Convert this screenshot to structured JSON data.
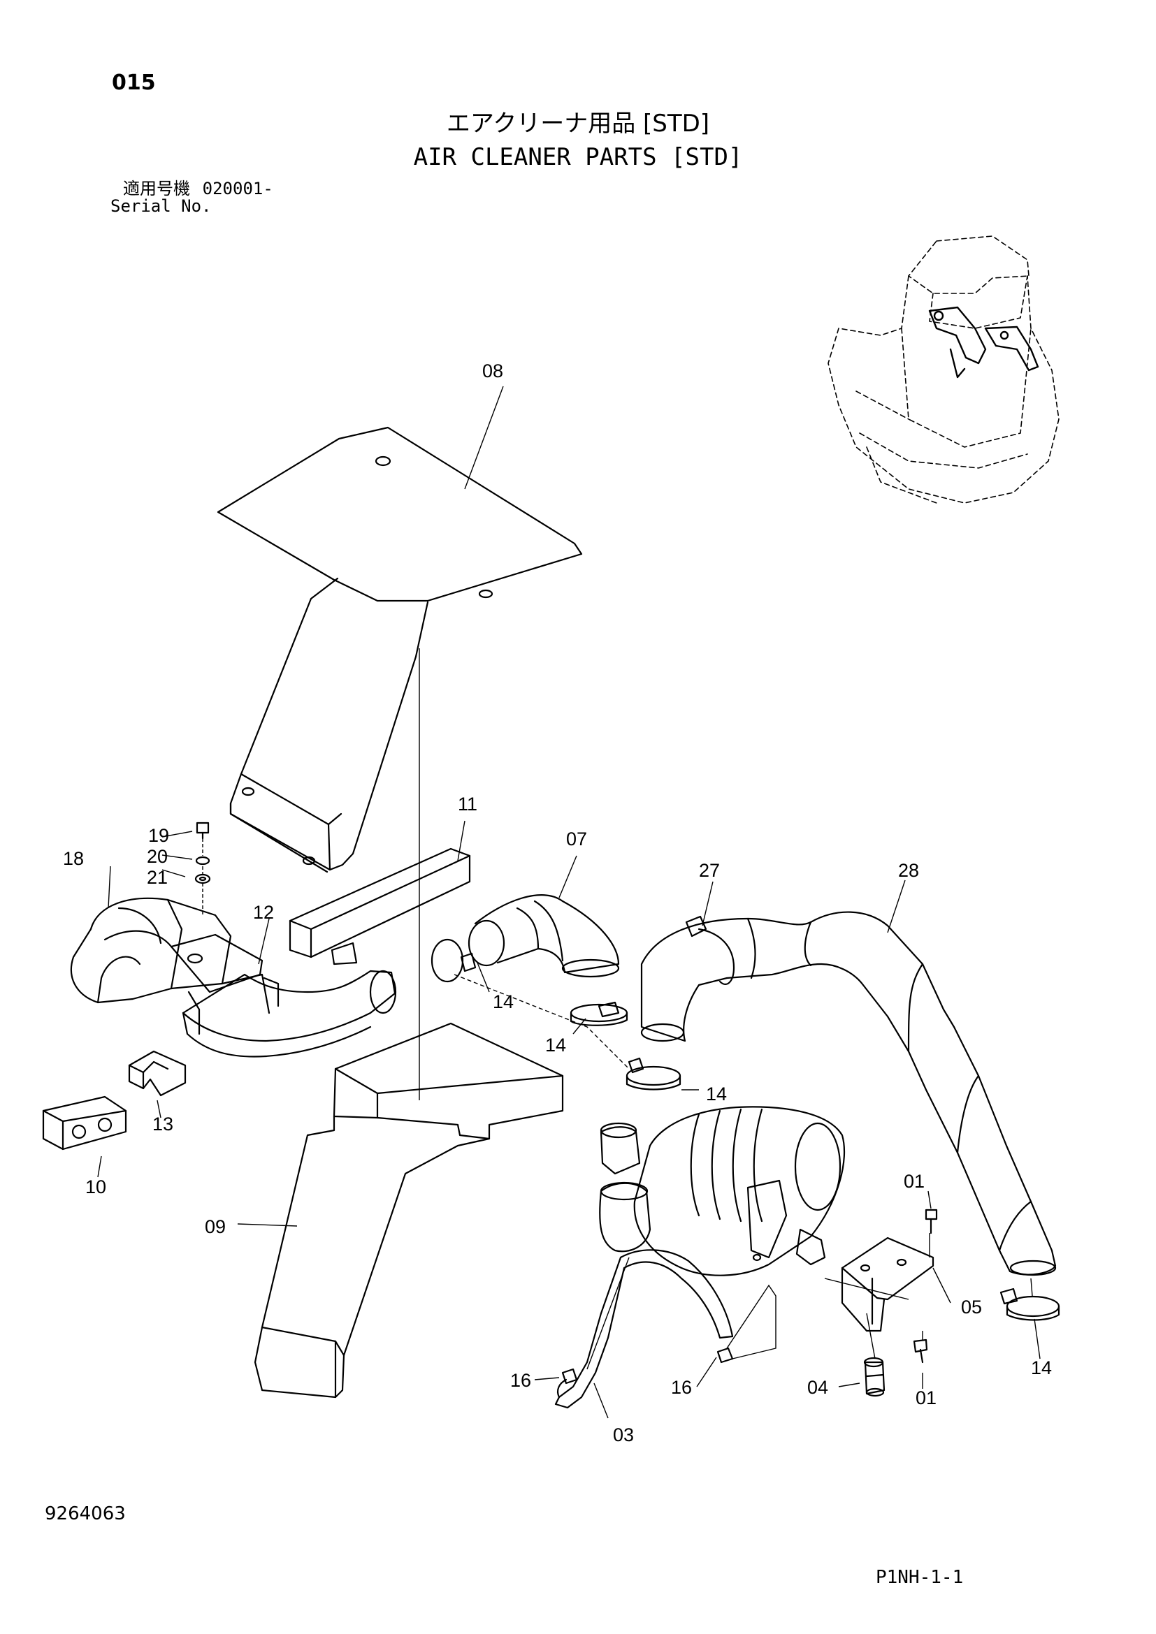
{
  "header": {
    "page_number": "015",
    "title_jp": "エアクリーナ用品 [STD]",
    "title_en": "AIR CLEANER PARTS [STD]",
    "serial_label_jp": "適用号機",
    "serial_value": "020001-",
    "serial_label_en": "Serial No."
  },
  "callouts": [
    {
      "id": "c08",
      "text": "08"
    },
    {
      "id": "c11",
      "text": "11"
    },
    {
      "id": "c07",
      "text": "07"
    },
    {
      "id": "c19",
      "text": "19"
    },
    {
      "id": "c20",
      "text": "20"
    },
    {
      "id": "c21",
      "text": "21"
    },
    {
      "id": "c18",
      "text": "18"
    },
    {
      "id": "c12",
      "text": "12"
    },
    {
      "id": "c27",
      "text": "27"
    },
    {
      "id": "c28",
      "text": "28"
    },
    {
      "id": "c14a",
      "text": "14"
    },
    {
      "id": "c14b",
      "text": "14"
    },
    {
      "id": "c14c",
      "text": "14"
    },
    {
      "id": "c14d",
      "text": "14"
    },
    {
      "id": "c13",
      "text": "13"
    },
    {
      "id": "c10",
      "text": "10"
    },
    {
      "id": "c09",
      "text": "09"
    },
    {
      "id": "c01a",
      "text": "01"
    },
    {
      "id": "c01b",
      "text": "01"
    },
    {
      "id": "c05",
      "text": "05"
    },
    {
      "id": "c04",
      "text": "04"
    },
    {
      "id": "c16a",
      "text": "16"
    },
    {
      "id": "c16b",
      "text": "16"
    },
    {
      "id": "c03",
      "text": "03"
    }
  ],
  "footer": {
    "doc_number": "9264063",
    "sheet_ref": "P1NH-1-1"
  }
}
